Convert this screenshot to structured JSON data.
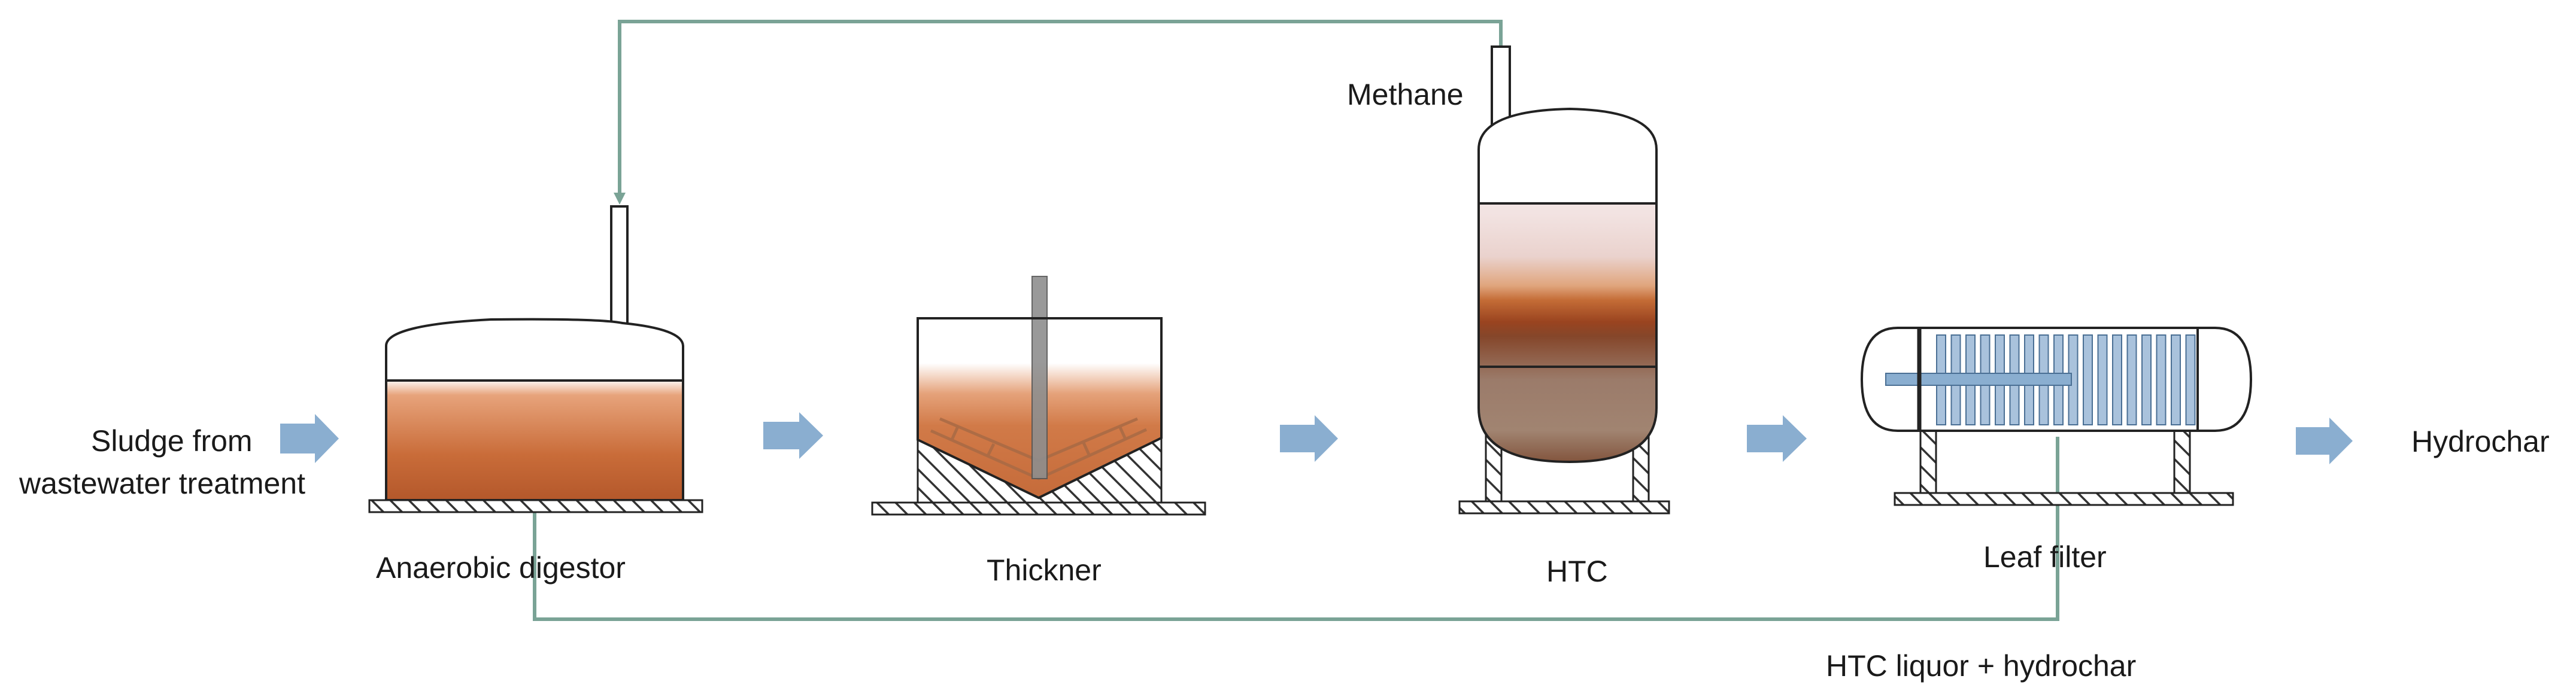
{
  "labels": {
    "feed_line1": "Sludge from",
    "feed_line2": "wastewater treatment",
    "digester": "Anaerobic digestor",
    "thickener": "Thickner",
    "htc": "HTC",
    "filter": "Leaf  filter",
    "product": "Hydrochar",
    "methane": "Methane",
    "liquor": "HTC liquor + hydrochar"
  },
  "colors": {
    "pipe": "#7aa396",
    "arrow": "#8aaed0",
    "sludge_dark": "#b4582b",
    "sludge_light": "#d98956",
    "hatch": "#333333"
  }
}
